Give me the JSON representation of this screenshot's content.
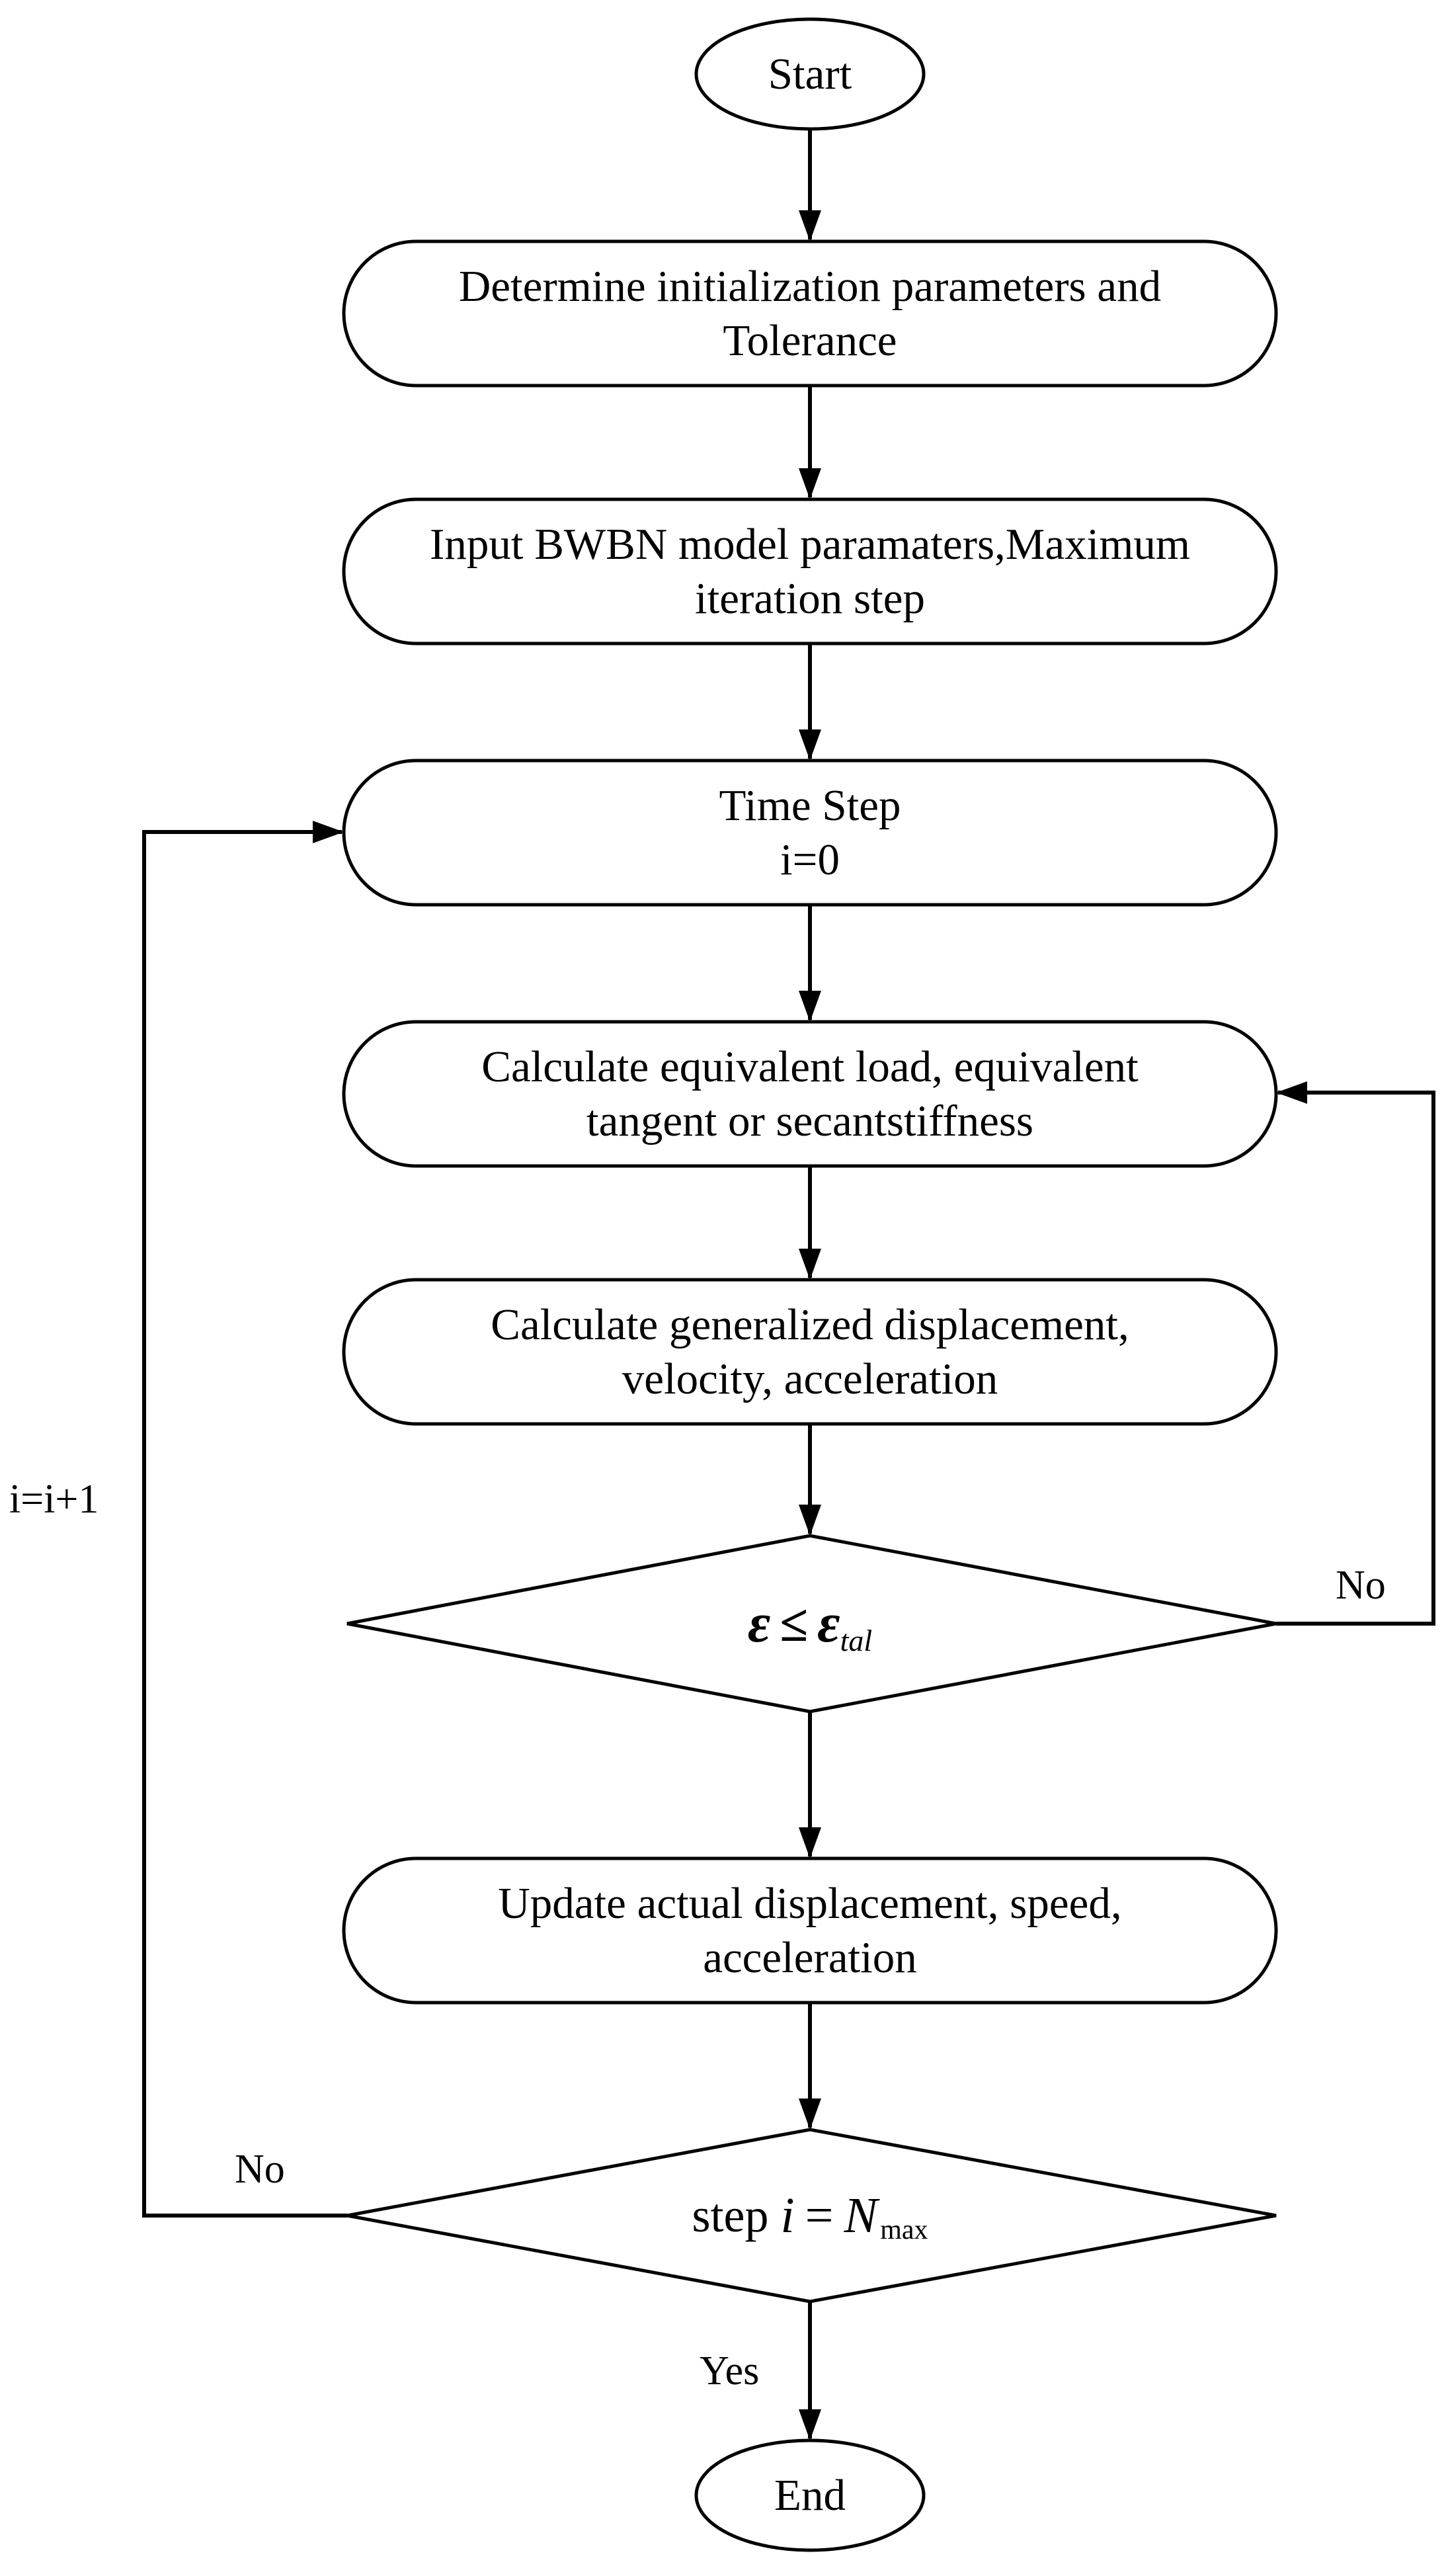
{
  "nodes": {
    "start": "Start",
    "init": [
      "Determine initialization parameters and",
      "Tolerance"
    ],
    "input": [
      "Input BWBN model paramaters,Maximum",
      "iteration step"
    ],
    "time": [
      "Time Step",
      "i=0"
    ],
    "calc_load": [
      "Calculate equivalent load, equivalent",
      "tangent or secantstiffness"
    ],
    "calc_disp": [
      "Calculate generalized displacement,",
      "velocity, acceleration"
    ],
    "cond1": {
      "lhs": "ε",
      "op": "≤",
      "rhs": "ε",
      "sub": "tal"
    },
    "update": [
      "Update actual displacement, speed,",
      "acceleration"
    ],
    "cond2": {
      "word": "step",
      "var": "i",
      "op": "=",
      "N": "N",
      "sub": "max"
    },
    "end": "End"
  },
  "edge_labels": {
    "no_inner": "No",
    "no_outer": "No",
    "yes": "Yes",
    "increment": "i=i+1"
  }
}
